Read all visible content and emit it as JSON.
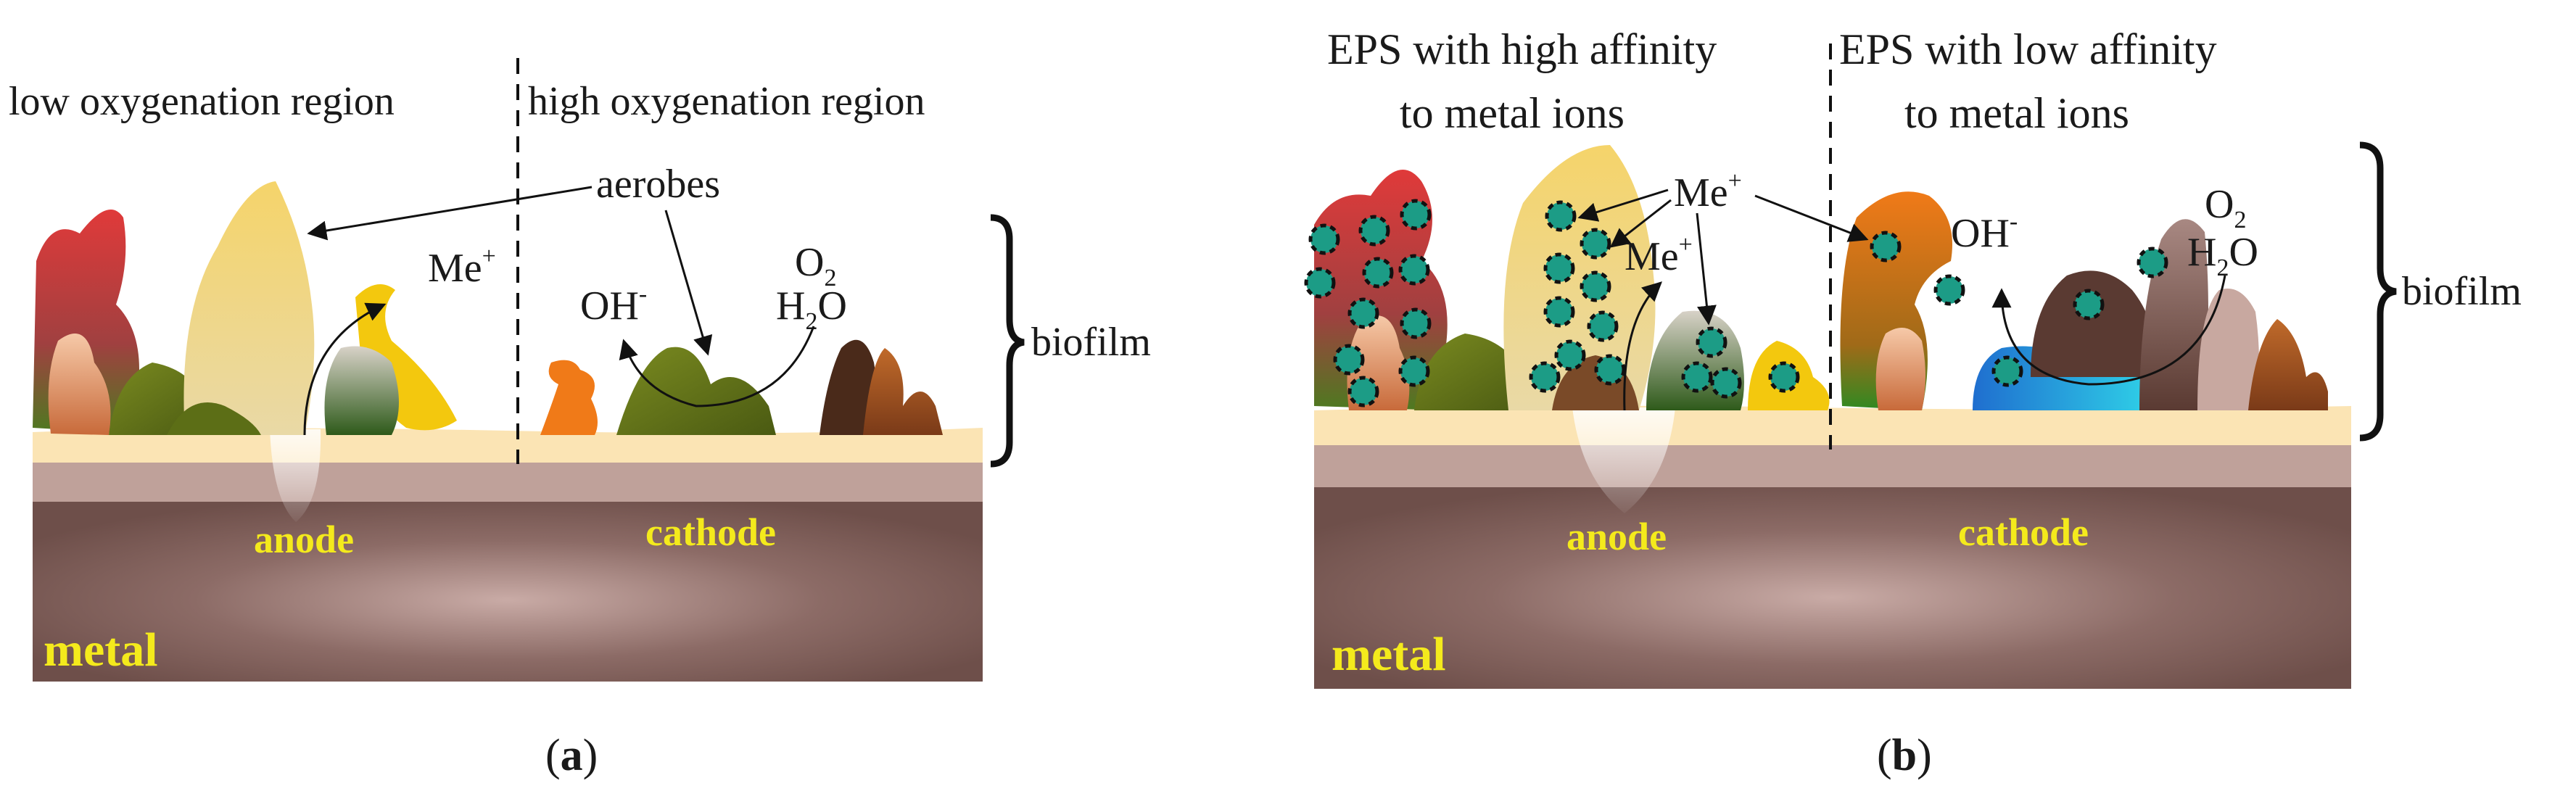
{
  "panel_a": {
    "region_left": "low oxygenation region",
    "region_right": "high oxygenation region",
    "aerobes": "aerobes",
    "me": "Me",
    "me_sup": "+",
    "oh": "OH",
    "oh_sup": "-",
    "o2_base": "O",
    "o2_sub": "2",
    "h2o_h": "H",
    "h2o_sub": "2",
    "h2o_o": "O",
    "biofilm": "biofilm",
    "anode": "anode",
    "cathode": "cathode",
    "metal": "metal",
    "caption_open": "(",
    "caption_letter": "a",
    "caption_close": ")"
  },
  "panel_b": {
    "eps_high_line1": "EPS with high affinity",
    "eps_high_line2": "to metal ions",
    "eps_low_line1": "EPS with low affinity",
    "eps_low_line2": "to metal ions",
    "me": "Me",
    "me_sup": "+",
    "me2": "Me",
    "me2_sup": "+",
    "oh": "OH",
    "oh_sup": "-",
    "o2_base": "O",
    "o2_sub": "2",
    "h2o_h": "H",
    "h2o_sub": "2",
    "h2o_o": "O",
    "biofilm": "biofilm",
    "anode": "anode",
    "cathode": "cathode",
    "metal": "metal",
    "caption_open": "(",
    "caption_letter": "b",
    "caption_close": ")"
  },
  "colors": {
    "metal": "#74544f",
    "passive_layer": "#bfa19a",
    "biofilm_base": "#fbe4b4",
    "metal_ion_dot": "#1c9c86",
    "label_yellow": "#f4ea1c"
  }
}
